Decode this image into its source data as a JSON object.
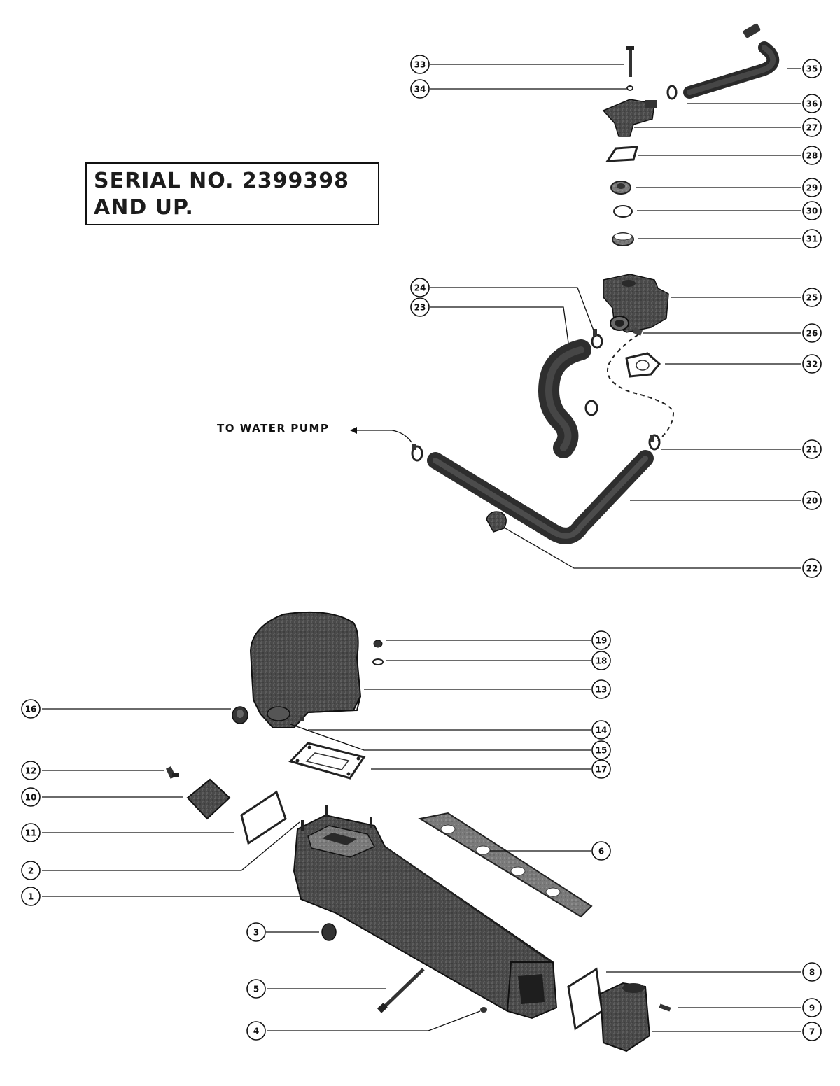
{
  "header": {
    "serial_line1": "SERIAL NO. 2399398",
    "serial_line2": "AND UP."
  },
  "labels": {
    "to_water_pump": "TO WATER PUMP"
  },
  "callouts": [
    {
      "id": "c33",
      "number": "33"
    },
    {
      "id": "c34",
      "number": "34"
    },
    {
      "id": "c35",
      "number": "35"
    },
    {
      "id": "c36",
      "number": "36"
    },
    {
      "id": "c27",
      "number": "27"
    },
    {
      "id": "c28",
      "number": "28"
    },
    {
      "id": "c29",
      "number": "29"
    },
    {
      "id": "c30",
      "number": "30"
    },
    {
      "id": "c31",
      "number": "31"
    },
    {
      "id": "c24",
      "number": "24"
    },
    {
      "id": "c23",
      "number": "23"
    },
    {
      "id": "c25",
      "number": "25"
    },
    {
      "id": "c26",
      "number": "26"
    },
    {
      "id": "c32",
      "number": "32"
    },
    {
      "id": "c21",
      "number": "21"
    },
    {
      "id": "c20",
      "number": "20"
    },
    {
      "id": "c22",
      "number": "22"
    },
    {
      "id": "c19",
      "number": "19"
    },
    {
      "id": "c18",
      "number": "18"
    },
    {
      "id": "c13",
      "number": "13"
    },
    {
      "id": "c16",
      "number": "16"
    },
    {
      "id": "c14",
      "number": "14"
    },
    {
      "id": "c15",
      "number": "15"
    },
    {
      "id": "c12",
      "number": "12"
    },
    {
      "id": "c17",
      "number": "17"
    },
    {
      "id": "c10",
      "number": "10"
    },
    {
      "id": "c11",
      "number": "11"
    },
    {
      "id": "c6",
      "number": "6"
    },
    {
      "id": "c2",
      "number": "2"
    },
    {
      "id": "c1",
      "number": "1"
    },
    {
      "id": "c3",
      "number": "3"
    },
    {
      "id": "c8",
      "number": "8"
    },
    {
      "id": "c5",
      "number": "5"
    },
    {
      "id": "c9",
      "number": "9"
    },
    {
      "id": "c4",
      "number": "4"
    },
    {
      "id": "c7",
      "number": "7"
    }
  ],
  "colors": {
    "ink": "#1a1a1a",
    "part_dark": "#3a3a3a",
    "part_mid": "#6b6b6b",
    "part_light": "#9a9a9a",
    "paper": "#ffffff"
  }
}
